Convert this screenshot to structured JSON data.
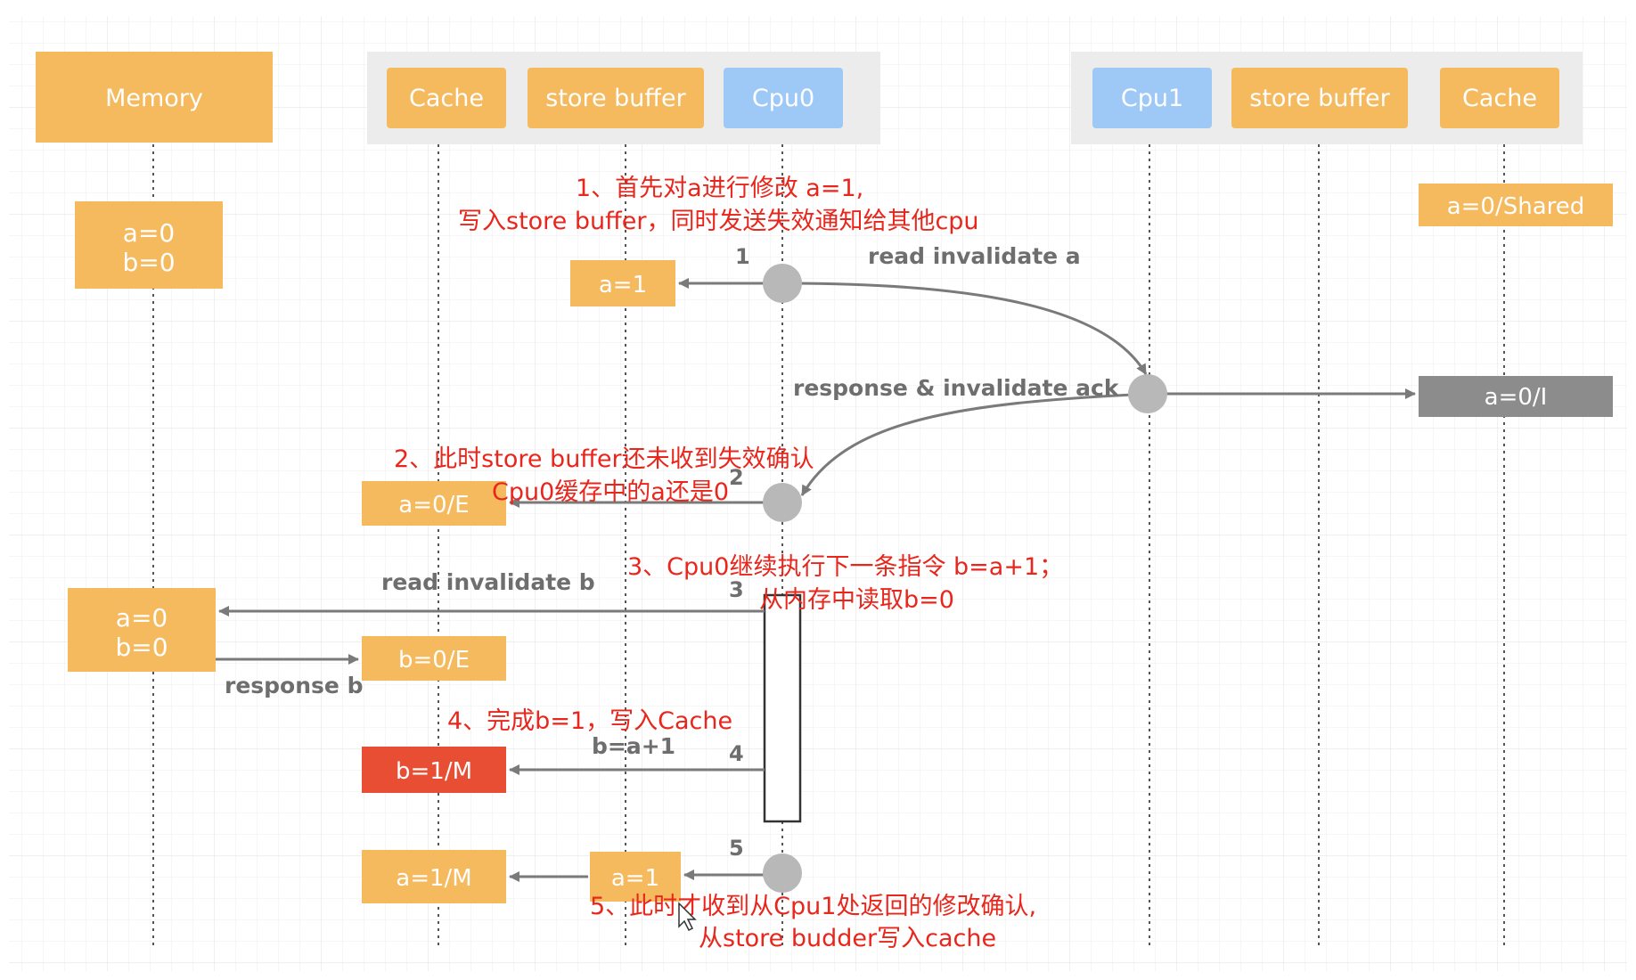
{
  "colors": {
    "orange": "#f5b95e",
    "blue": "#9ec9f7",
    "gray_box": "#8c8c8c",
    "red_box": "#e84e33",
    "annotation": "#e8261c",
    "arrow": "#7a7a7a",
    "label": "#6e6e6e"
  },
  "headers": {
    "memory": "Memory",
    "cache0": "Cache",
    "store_buffer0": "store buffer",
    "cpu0": "Cpu0",
    "cpu1": "Cpu1",
    "store_buffer1": "store buffer",
    "cache1": "Cache"
  },
  "states": {
    "memory_initial": [
      "a=0",
      "b=0"
    ],
    "memory_read": [
      "a=0",
      "b=0"
    ],
    "cpu1_cache_shared": "a=0/Shared",
    "store_buffer_a1": "a=1",
    "cpu1_cache_invalid": "a=0/I",
    "cache_a_exclusive": "a=0/E",
    "cache_b_exclusive": "b=0/E",
    "cache_b_modified": "b=1/M",
    "cache_a_modified": "a=1/M",
    "store_buffer_a1_final": "a=1"
  },
  "steps": {
    "s1": "1",
    "s2": "2",
    "s3": "3",
    "s4": "4",
    "s5": "5"
  },
  "messages": {
    "read_invalidate_a": "read invalidate a",
    "response_invalidate_ack": "response & invalidate ack",
    "read_invalidate_b": "read invalidate b",
    "response_b": "response b",
    "b_eq_a_plus_1": "b=a+1"
  },
  "annotations": {
    "a1_line1": "1、首先对a进行修改 a=1,",
    "a1_line2": "写入store buffer，同时发送失效通知给其他cpu",
    "a2_line1": "2、此时store buffer还未收到失效确认",
    "a2_line2": "Cpu0缓存中的a还是0",
    "a3_line1": "3、Cpu0继续执行下一条指令 b=a+1；",
    "a3_line2": "从内存中读取b=0",
    "a4_line1": "4、完成b=1，写入Cache",
    "a5_line1": "5、此时才收到从Cpu1处返回的修改确认,",
    "a5_line2": "从store budder写入cache"
  }
}
